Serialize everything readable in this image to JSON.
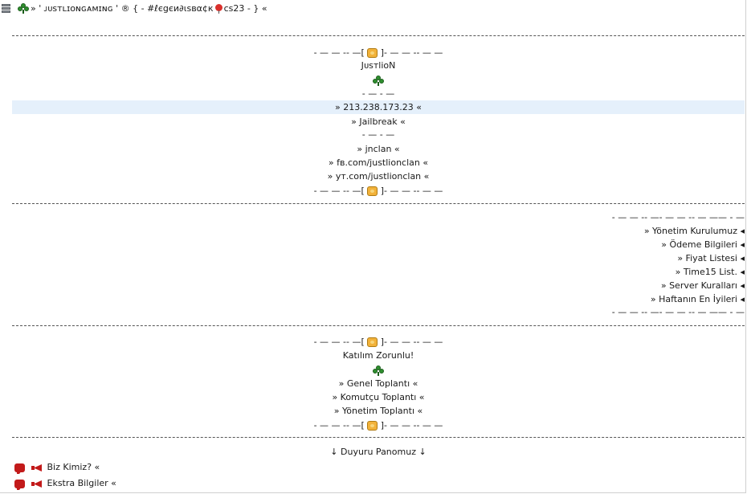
{
  "title": {
    "prefix": "» ' ᴊᴜsᴛʟɪᴏɴɢᴀᴍɪɴɢ ' ® { - #ℓєgєи∂ιѕвα¢к",
    "suffix": "cs23 - } «"
  },
  "block1": {
    "header": "- — — -- —[",
    "header_end": "]- — — -- — —",
    "name": "JᴜsтlioN",
    "dash_small": "- — - —",
    "ip": "» 213.238.173.23 «",
    "mode": "» Jailbreak «",
    "dash_small2": "- — - —",
    "link1": "» jnclan «",
    "link2": "» fв.com/justlionclan «",
    "link3": "» yт.com/justlionclan «",
    "footer": "- — — -- —[",
    "footer_end": "]- — — -- — —"
  },
  "block2": {
    "top": "- — — -- —- — — -- — —— - —",
    "items": [
      "» Yönetim Kurulumuz ◂",
      "» Ödeme Bilgileri ◂",
      "» Fiyat Listesi ◂",
      "» Time15 List. ◂",
      "» Server Kuralları ◂",
      "» Haftanın En İyileri ◂"
    ],
    "bottom": "- — — -- —- — — -- — —— - —"
  },
  "block3": {
    "header": "- — — -- —[",
    "header_end": "]- — — -- — —",
    "title": "Katılım Zorunlu!",
    "items": [
      "» Genel Toplantı «",
      "» Komutçu Toplantı «",
      "» Yönetim Toplantı «"
    ],
    "footer": "- — — -- —[",
    "footer_end": "]- — — -- — —"
  },
  "block4": {
    "board": "↓ Duyuru Panomuz ↓",
    "item1": "Biz Kimiz? «",
    "item2": "Ekstra Bilgiler «"
  },
  "icons": {
    "server": "server-icon",
    "clover": "clover-icon",
    "balloon": "balloon-icon",
    "lion": "lion-icon",
    "chat": "speech-bubble-icon",
    "megaphone": "megaphone-icon"
  }
}
